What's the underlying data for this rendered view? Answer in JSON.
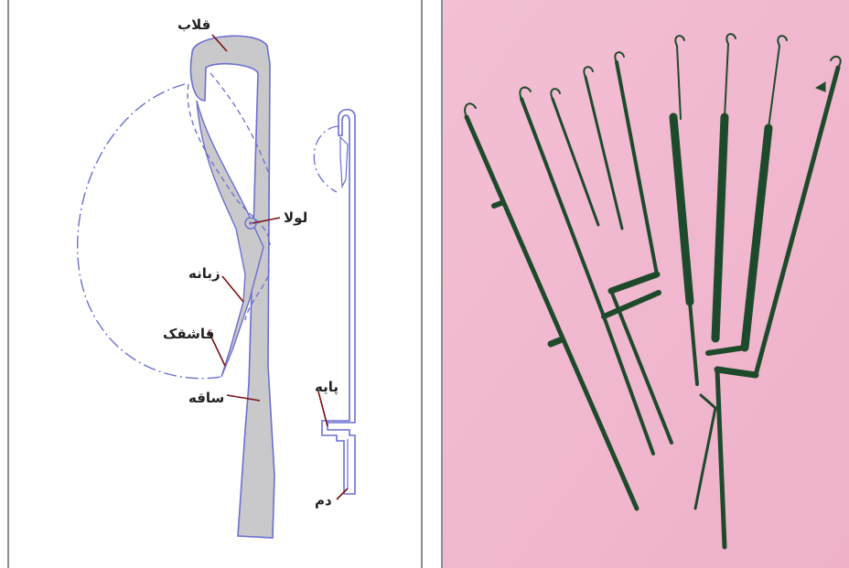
{
  "labels": {
    "hook": "قلاب",
    "hinge": "لولا",
    "tongue": "زبانه",
    "spoon": "قاشقک",
    "shank": "ساقه",
    "base": "پایه",
    "tail": "دم"
  },
  "colors": {
    "outline": "#6a6fd0",
    "fill": "#c9c9cb",
    "leader": "#7a1010",
    "photo_bg": "#f1b8cf",
    "needle": "#1e4a2c"
  }
}
